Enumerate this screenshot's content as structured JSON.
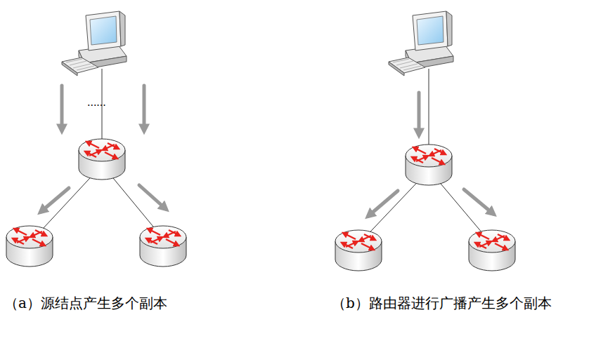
{
  "diagram": {
    "labels": [
      "......",
      "（a）源结点产生多个副本",
      "（b）路由器进行广播产生多个副本"
    ]
  }
}
